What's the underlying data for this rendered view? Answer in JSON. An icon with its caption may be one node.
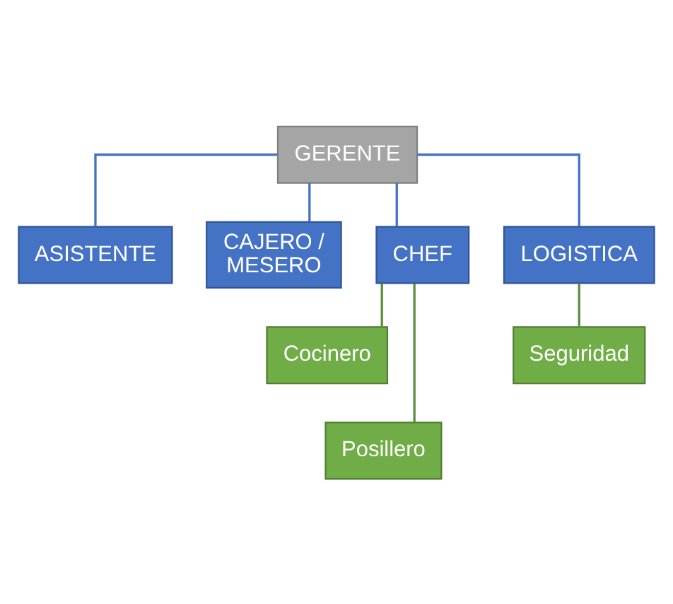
{
  "diagram": {
    "nodes": [
      {
        "text": [
          "GERENTE"
        ]
      },
      {
        "text": [
          "ASISTENTE"
        ]
      },
      {
        "text": [
          "CAJERO / MESERO"
        ]
      },
      {
        "text": [
          "CHEF"
        ]
      },
      {
        "text": [
          "LOGISTICA"
        ]
      },
      {
        "text": [
          "Cocinero"
        ]
      },
      {
        "text": [
          "Posillero"
        ]
      },
      {
        "text": [
          "Seguridad"
        ]
      }
    ],
    "edges": [
      {
        "from": 0,
        "to": 1,
        "arrow": "none"
      },
      {
        "from": 0,
        "to": 2,
        "arrow": "none"
      },
      {
        "from": 0,
        "to": 3,
        "arrow": "none"
      },
      {
        "from": 0,
        "to": 4,
        "arrow": "none"
      },
      {
        "from": 3,
        "to": 5,
        "arrow": "none",
        "color": "#5b8f3a"
      },
      {
        "from": 3,
        "to": 6,
        "arrow": "none",
        "color": "#5b8f3a"
      },
      {
        "from": 4,
        "to": 7,
        "arrow": "none",
        "color": "#5b8f3a"
      }
    ]
  }
}
